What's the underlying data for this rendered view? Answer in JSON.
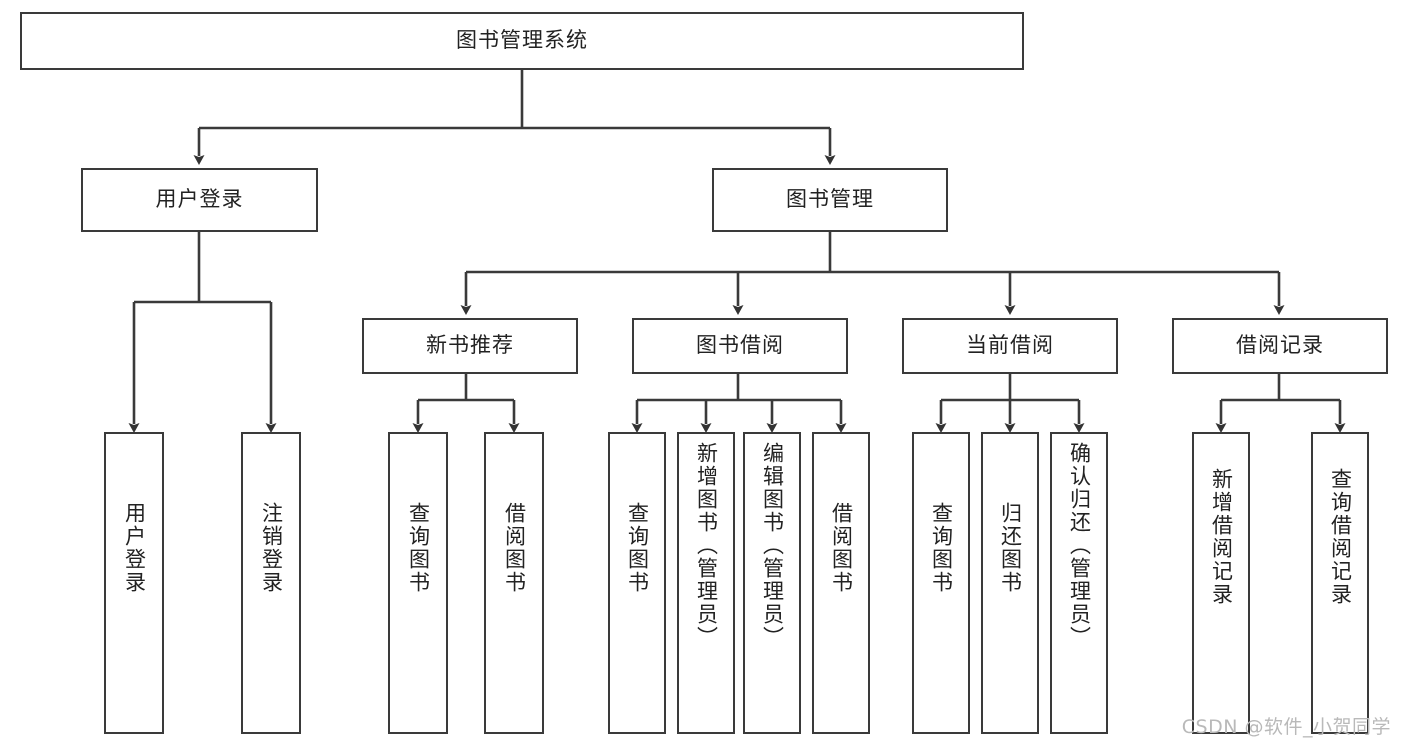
{
  "diagram": {
    "title": "图书管理系统",
    "type": "tree",
    "watermark": "CSDN @软件_小贺同学",
    "colors": {
      "box_border": "#3a3a3a",
      "box_fill": "#ffffff",
      "line": "#3a3a3a",
      "text": "#222222",
      "watermark": "#b9b9b9"
    },
    "levels": {
      "root": {
        "label": "图书管理系统"
      },
      "level2": [
        {
          "id": "user-login",
          "label": "用户登录"
        },
        {
          "id": "book-manage",
          "label": "图书管理"
        }
      ],
      "level3": [
        {
          "id": "new-book-recommend",
          "label": "新书推荐",
          "parent": "book-manage"
        },
        {
          "id": "book-borrow",
          "label": "图书借阅",
          "parent": "book-manage"
        },
        {
          "id": "current-borrow",
          "label": "当前借阅",
          "parent": "book-manage"
        },
        {
          "id": "borrow-record",
          "label": "借阅记录",
          "parent": "book-manage"
        }
      ],
      "leaves": [
        {
          "id": "leaf-user-login",
          "label": "用户登录",
          "parent": "user-login"
        },
        {
          "id": "leaf-logout",
          "label": "注销登录",
          "parent": "user-login"
        },
        {
          "id": "leaf-query-book-1",
          "label": "查询图书",
          "parent": "new-book-recommend"
        },
        {
          "id": "leaf-borrow-book-1",
          "label": "借阅图书",
          "parent": "new-book-recommend"
        },
        {
          "id": "leaf-query-book-2",
          "label": "查询图书",
          "parent": "book-borrow"
        },
        {
          "id": "leaf-add-book",
          "label": "新增图书（管理员）",
          "parent": "book-borrow"
        },
        {
          "id": "leaf-edit-book",
          "label": "编辑图书（管理员）",
          "parent": "book-borrow"
        },
        {
          "id": "leaf-borrow-book-2",
          "label": "借阅图书",
          "parent": "book-borrow"
        },
        {
          "id": "leaf-query-book-3",
          "label": "查询图书",
          "parent": "current-borrow"
        },
        {
          "id": "leaf-return-book",
          "label": "归还图书",
          "parent": "current-borrow"
        },
        {
          "id": "leaf-confirm-return",
          "label": "确认归还（管理员）",
          "parent": "current-borrow"
        },
        {
          "id": "leaf-add-record",
          "label": "新增借阅记录",
          "parent": "borrow-record"
        },
        {
          "id": "leaf-query-record",
          "label": "查询借阅记录",
          "parent": "borrow-record"
        }
      ]
    }
  }
}
